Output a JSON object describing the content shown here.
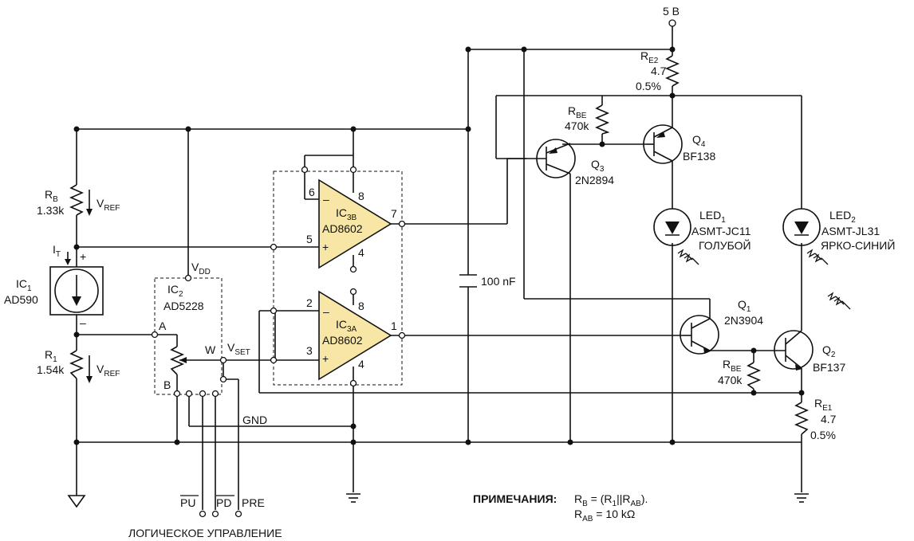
{
  "supply": {
    "label": "5 В"
  },
  "components": {
    "re2": {
      "name": "R",
      "sub": "E2",
      "value": "4.7",
      "tol": "0.5%"
    },
    "rbe_top": {
      "name": "R",
      "sub": "BE",
      "value": "470k"
    },
    "q4": {
      "name": "Q",
      "sub": "4",
      "part": "BF138"
    },
    "q3": {
      "name": "Q",
      "sub": "3",
      "part": "2N2894"
    },
    "rb": {
      "name": "R",
      "sub": "B",
      "value": "1.33k"
    },
    "vref1": {
      "name": "V",
      "sub": "REF"
    },
    "it": {
      "name": "I",
      "sub": "T"
    },
    "ic1": {
      "name": "IC",
      "sub": "1",
      "part": "AD590"
    },
    "ic2": {
      "name": "IC",
      "sub": "2",
      "part": "AD5228"
    },
    "vdd": {
      "name": "V",
      "sub": "DD"
    },
    "r1": {
      "name": "R",
      "sub": "1",
      "value": "1.54k"
    },
    "vref2": {
      "name": "V",
      "sub": "REF"
    },
    "ic3b": {
      "name": "IC",
      "sub": "3B",
      "part": "AD8602"
    },
    "ic3a": {
      "name": "IC",
      "sub": "3A",
      "part": "AD8602"
    },
    "vset": {
      "name": "V",
      "sub": "SET"
    },
    "cap": {
      "value": "100 nF"
    },
    "led1": {
      "name": "LED",
      "sub": "1",
      "part": "ASMT-JC11",
      "color": "ГОЛУБОЙ"
    },
    "led2": {
      "name": "LED",
      "sub": "2",
      "part": "ASMT-JL31",
      "color": "ЯРКО-СИНИЙ"
    },
    "q1": {
      "name": "Q",
      "sub": "1",
      "part": "2N3904"
    },
    "q2": {
      "name": "Q",
      "sub": "2",
      "part": "BF137"
    },
    "rbe_bot": {
      "name": "R",
      "sub": "BE",
      "value": "470k"
    },
    "re1": {
      "name": "R",
      "sub": "E1",
      "value": "4.7",
      "tol": "0.5%"
    }
  },
  "pins": {
    "ic3b": {
      "minus": "6",
      "plus": "5",
      "out": "7",
      "vpos": "8",
      "vneg": "4"
    },
    "ic3a": {
      "minus": "2",
      "plus": "3",
      "out": "1",
      "vpos": "8",
      "vneg": "4"
    },
    "ic2": {
      "a": "A",
      "b": "B",
      "w": "W"
    },
    "signs": {
      "plus": "+",
      "minus": "–"
    }
  },
  "nets": {
    "gnd": "GND"
  },
  "logic": {
    "pu": "PU",
    "pd": "PD",
    "pre": "PRE",
    "caption": "ЛОГИЧЕСКОЕ УПРАВЛЕНИЕ"
  },
  "notes": {
    "heading": "ПРИМЕЧАНИЯ:",
    "line1_a": "R",
    "line1_sub1": "B",
    "line1_b": " = (R",
    "line1_sub2": "1",
    "line1_c": "||R",
    "line1_sub3": "AB",
    "line1_d": ").",
    "line2_a": "R",
    "line2_sub": "AB",
    "line2_b": " = 10 kΩ"
  }
}
